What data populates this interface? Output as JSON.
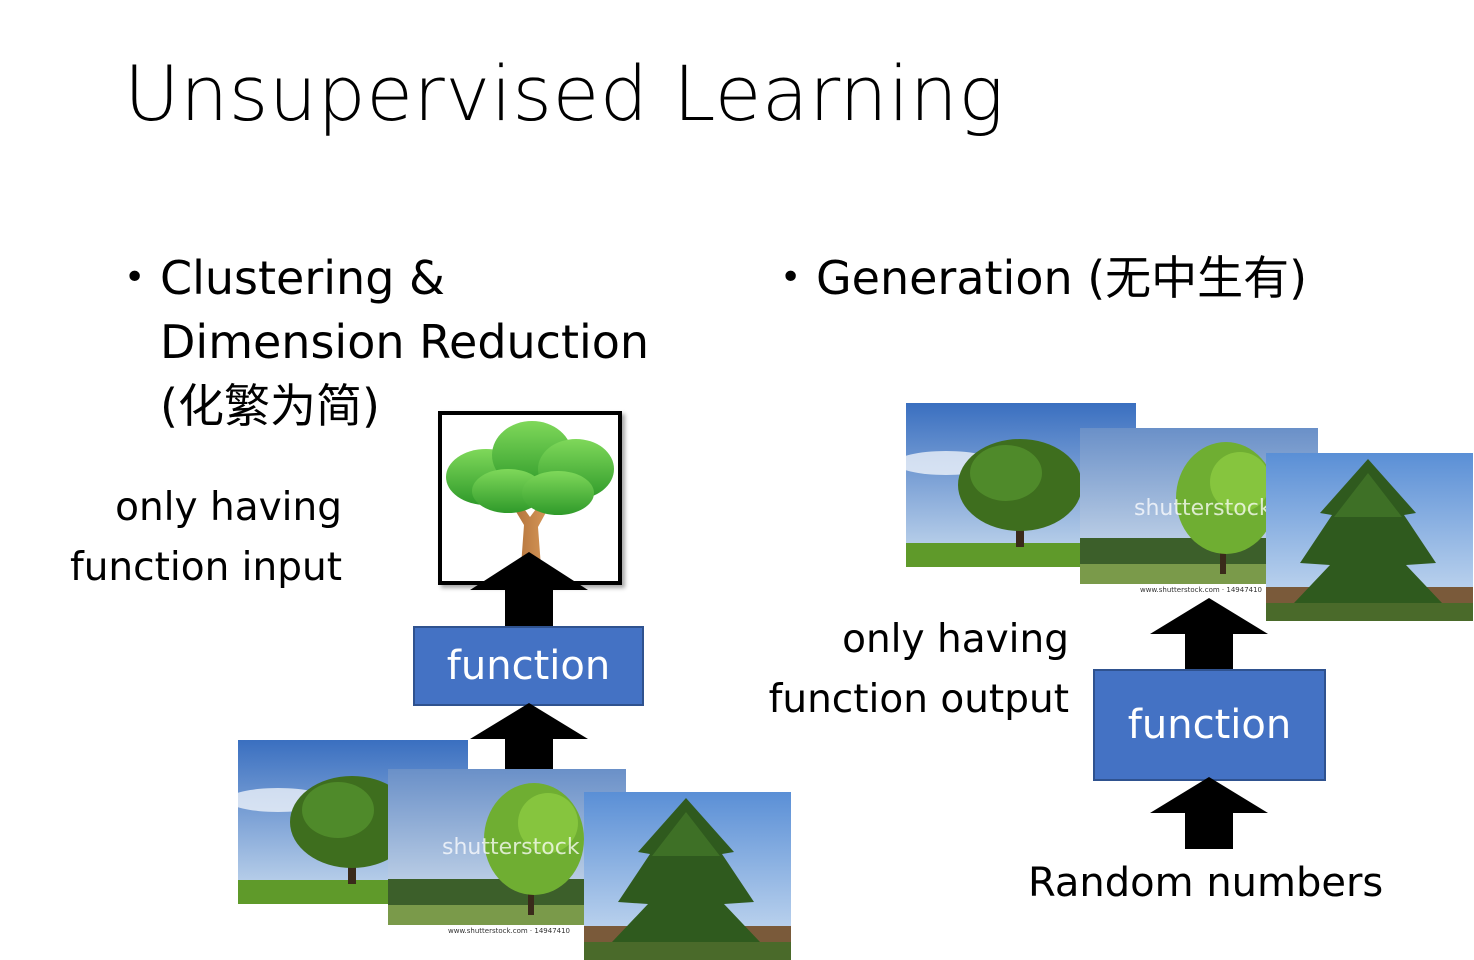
{
  "slide": {
    "title": "Unsupervised Learning",
    "left": {
      "bullet_line1": "Clustering &",
      "bullet_line2": "Dimension Reduction",
      "bullet_line3": "(化繁为简)",
      "note_line1": "only having",
      "note_line2": "function input",
      "function_label": "function"
    },
    "right": {
      "bullet": "Generation (无中生有)",
      "note_line1": "only having",
      "note_line2": "function output",
      "function_label": "function",
      "input_label": "Random numbers"
    },
    "watermark": "shutterstock",
    "stock_caption": "www.shutterstock.com · 14947410"
  },
  "colors": {
    "function_box": "#4472c4",
    "arrow": "#000000"
  }
}
